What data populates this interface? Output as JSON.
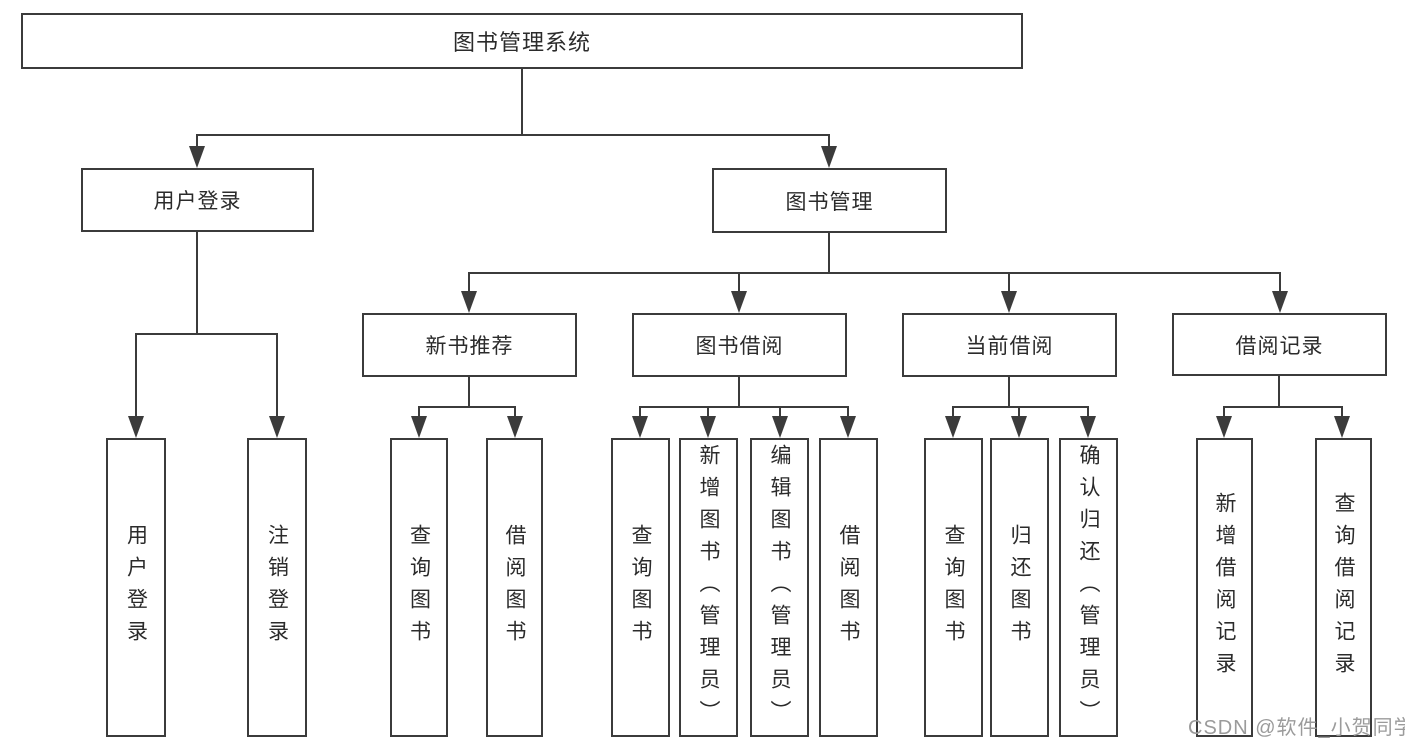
{
  "tree": {
    "label": "图书管理系统",
    "children": [
      {
        "label": "用户登录",
        "children": [
          {
            "label": "用户登录"
          },
          {
            "label": "注销登录"
          }
        ]
      },
      {
        "label": "图书管理",
        "children": [
          {
            "label": "新书推荐",
            "children": [
              {
                "label": "查询图书"
              },
              {
                "label": "借阅图书"
              }
            ]
          },
          {
            "label": "图书借阅",
            "children": [
              {
                "label": "查询图书"
              },
              {
                "label": "新增图书（管理员）"
              },
              {
                "label": "编辑图书（管理员）"
              },
              {
                "label": "借阅图书"
              }
            ]
          },
          {
            "label": "当前借阅",
            "children": [
              {
                "label": "查询图书"
              },
              {
                "label": "归还图书"
              },
              {
                "label": "确认归还（管理员）"
              }
            ]
          },
          {
            "label": "借阅记录",
            "children": [
              {
                "label": "新增借阅记录"
              },
              {
                "label": "查询借阅记录"
              }
            ]
          }
        ]
      }
    ]
  },
  "watermark": "CSDN @软件_小贺同学",
  "colors": {
    "line": "#3b3b3b",
    "text": "#2b2b2b",
    "watermark": "#9b9b9b",
    "background": "#ffffff"
  }
}
